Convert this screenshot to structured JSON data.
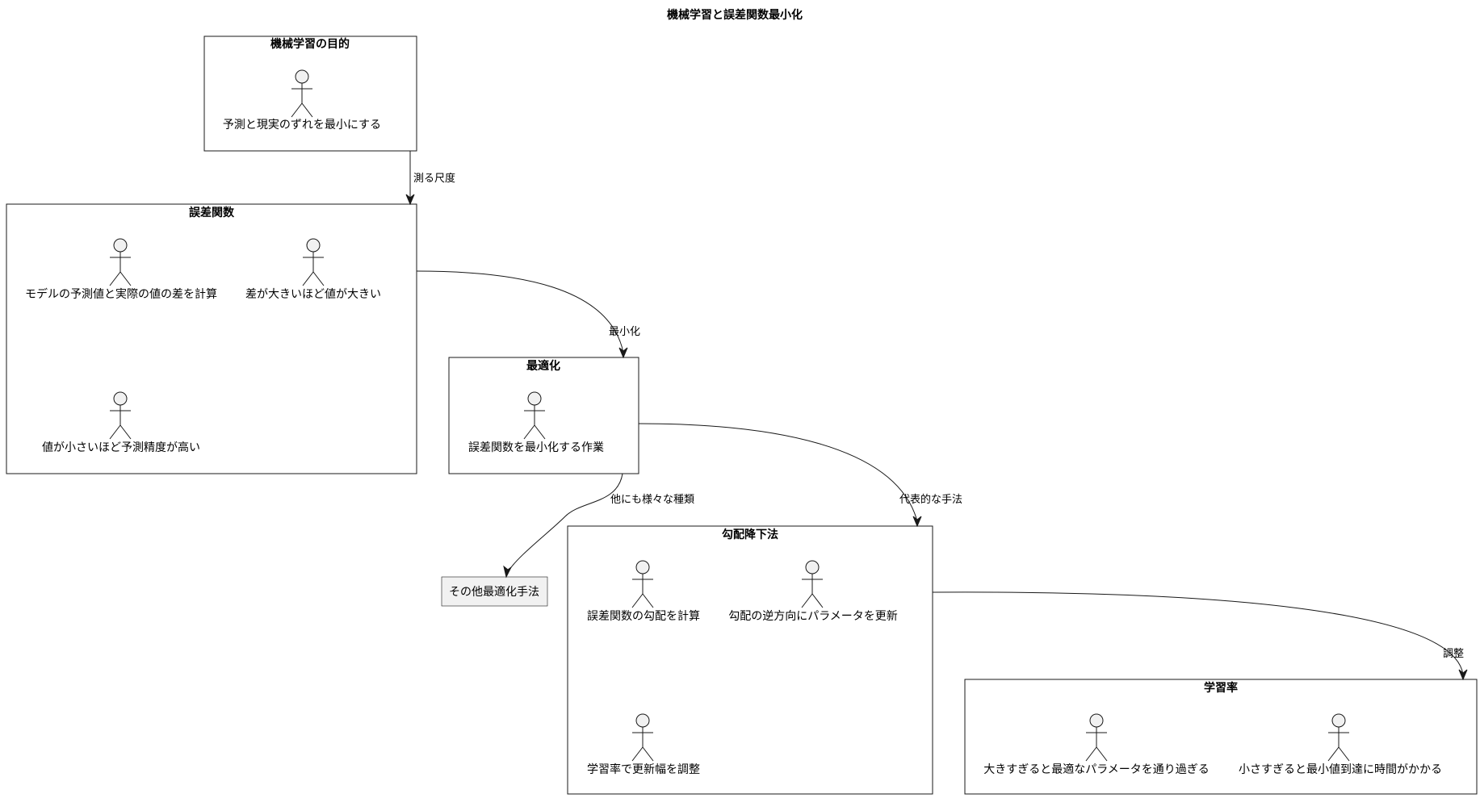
{
  "title": "機械学習と誤差関数最小化",
  "packages": {
    "purpose": {
      "title": "機械学習の目的",
      "actors": [
        "予測と現実のずれを最小にする"
      ]
    },
    "loss": {
      "title": "誤差関数",
      "actors": [
        "モデルの予測値と実際の値の差を計算",
        "差が大きいほど値が大きい",
        "値が小さいほど予測精度が高い"
      ]
    },
    "optimization": {
      "title": "最適化",
      "actors": [
        "誤差関数を最小化する作業"
      ]
    },
    "gradient": {
      "title": "勾配降下法",
      "actors": [
        "誤差関数の勾配を計算",
        "勾配の逆方向にパラメータを更新",
        "学習率で更新幅を調整"
      ]
    },
    "lr": {
      "title": "学習率",
      "actors": [
        "大きすぎると最適なパラメータを通り過ぎる",
        "小さすぎると最小値到達に時間がかかる"
      ]
    }
  },
  "other_node": "その他最適化手法",
  "edges": {
    "measure": "測る尺度",
    "minimize": "最小化",
    "others": "他にも様々な種類",
    "representative": "代表的な手法",
    "adjust": "調整"
  }
}
